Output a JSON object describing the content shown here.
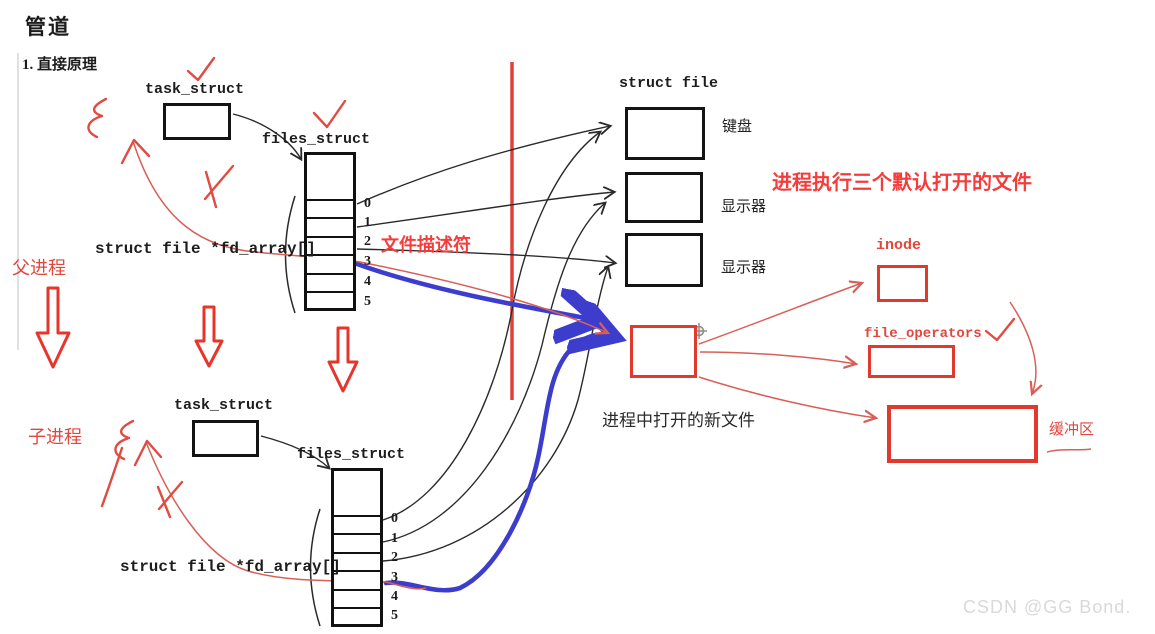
{
  "title": "管道",
  "section_item": "1.  直接原理",
  "watermark": "CSDN @GG Bond.",
  "process": {
    "parent": "父进程",
    "child": "子进程"
  },
  "top_group": {
    "task_struct": "task_struct",
    "files_struct": "files_struct",
    "fd_array": "struct file *fd_array[]",
    "slots": [
      "0",
      "1",
      "2",
      "3",
      "4",
      "5"
    ]
  },
  "bottom_group": {
    "task_struct": "task_struct",
    "files_struct": "files_struct",
    "fd_array": "struct file *fd_array[]",
    "slots": [
      "0",
      "1",
      "2",
      "3",
      "4",
      "5"
    ]
  },
  "notes": {
    "fd_note": "文件描述符",
    "default_files": "进程执行三个默认打开的文件",
    "new_file": "进程中打开的新文件"
  },
  "struct_file": {
    "label": "struct file",
    "devices": [
      "键盘",
      "显示器",
      "显示器"
    ]
  },
  "right_side": {
    "inode": "inode",
    "file_operators": "file_operators",
    "buffer": "缓冲区"
  },
  "colors": {
    "annotation_red": "#e0473d",
    "bright_red": "#f53c3c",
    "stroke_blue": "#3d3dcd",
    "box_black": "#141414"
  }
}
